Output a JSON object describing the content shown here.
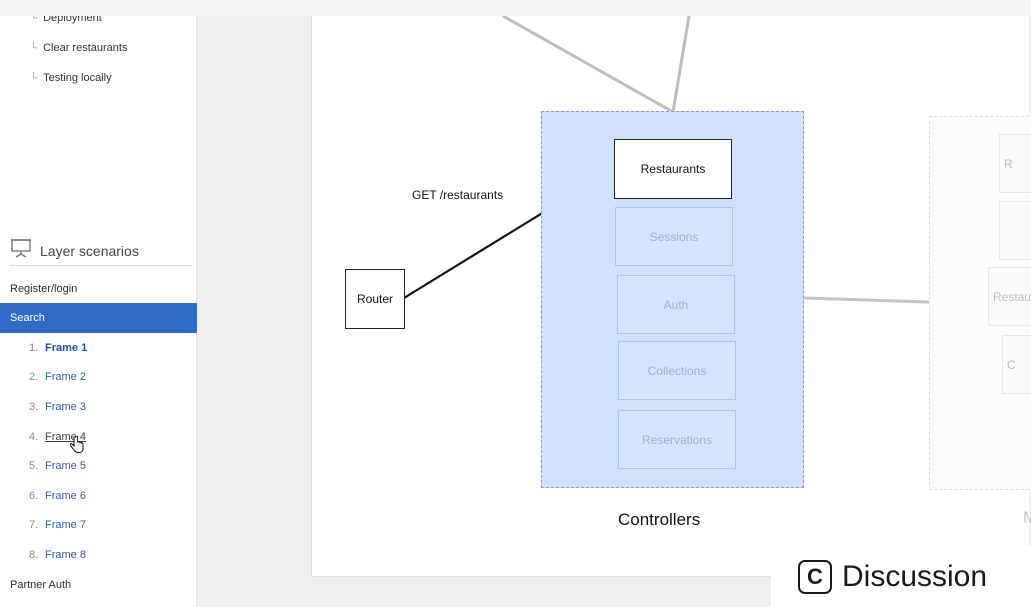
{
  "sidebar": {
    "subitems": [
      "Deployment",
      "Clear restaurants",
      "Testing locally"
    ],
    "sub_marker": "└",
    "section_title": "Layer scenarios",
    "section_icon": "presentation-board-icon",
    "nav": {
      "register": "Register/login",
      "search": "Search",
      "partner": "Partner Auth"
    },
    "frames": [
      {
        "num": "1.",
        "label": "Frame 1"
      },
      {
        "num": "2.",
        "label": "Frame 2"
      },
      {
        "num": "3.",
        "label": "Frame 3"
      },
      {
        "num": "4.",
        "label": "Frame 4"
      },
      {
        "num": "5.",
        "label": "Frame 5"
      },
      {
        "num": "6.",
        "label": "Frame 6"
      },
      {
        "num": "7.",
        "label": "Frame 7"
      },
      {
        "num": "8.",
        "label": "Frame 8"
      }
    ],
    "active_frame": "Frame 1",
    "hovered_frame": "Frame 4"
  },
  "diagram": {
    "router": "Router",
    "edge_label": "GET /restaurants",
    "controllers_label": "Controllers",
    "controllers": [
      "Restaurants",
      "Sessions",
      "Auth",
      "Collections",
      "Reservations"
    ],
    "right_partial": [
      "R",
      "",
      "Restau",
      "C"
    ],
    "right_group_label": "M"
  },
  "discussion": {
    "label": "Discussion",
    "icon": "c-square-icon"
  },
  "colors": {
    "active_blue": "#2f6bc6",
    "controller_fill": "#cfe1fb",
    "controller_border": "#7aa0cc"
  }
}
